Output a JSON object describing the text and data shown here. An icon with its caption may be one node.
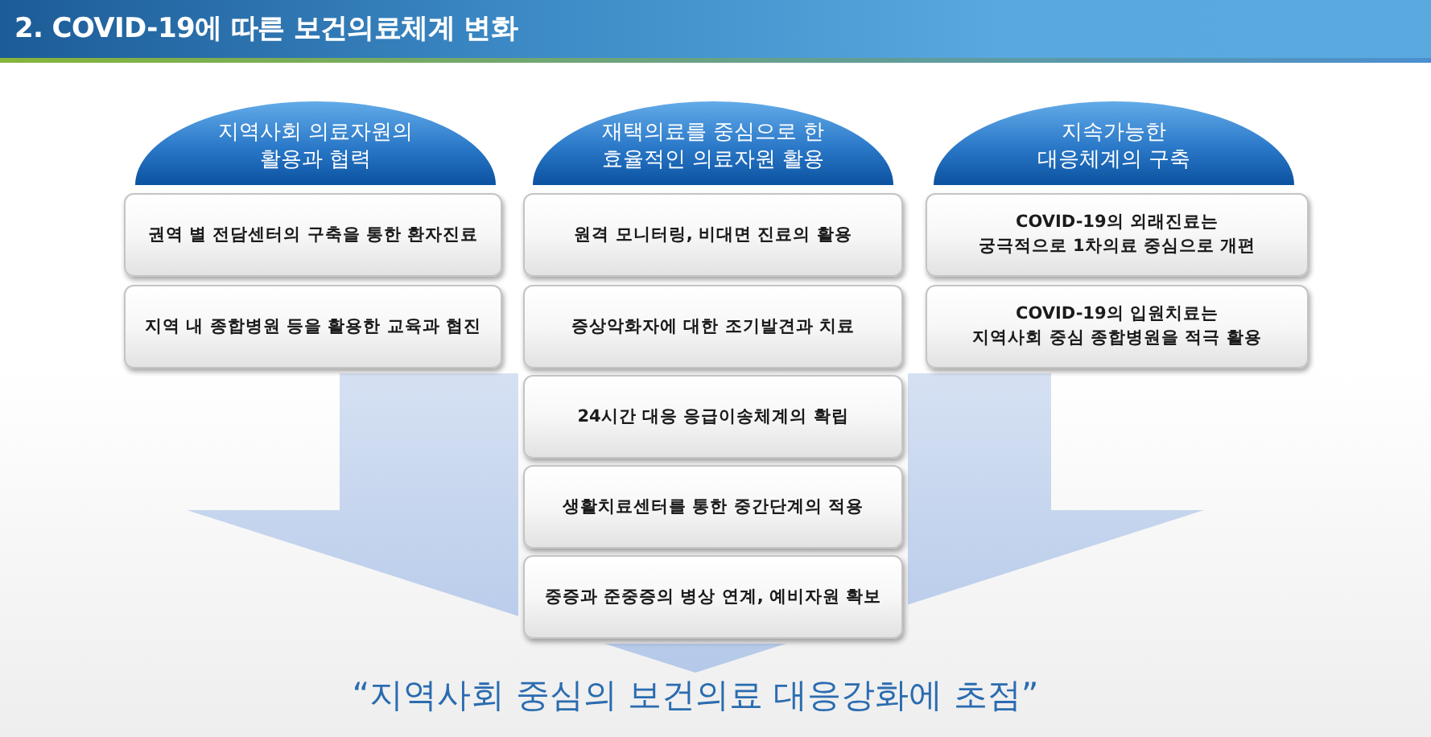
{
  "diagram": {
    "title": "2. COVID-19에 따른 보건의료체계 변화",
    "nodes": [
      {
        "text": [
          "지역사회 의료자원의 활용과 협력"
        ]
      },
      {
        "text": [
          "권역 별 전담센터의 구축을 통한 환자진료"
        ]
      },
      {
        "text": [
          "지역 내 종합병원 등을 활용한 교육과 협진"
        ]
      },
      {
        "text": [
          "재택의료를 중심으로 한 효율적인 의료자원 활용"
        ]
      },
      {
        "text": [
          "원격 모니터링, 비대면 진료의 활용"
        ]
      },
      {
        "text": [
          "증상악화자에 대한 조기발견과 치료"
        ]
      },
      {
        "text": [
          "24시간 대응 응급이송체계의 확립"
        ]
      },
      {
        "text": [
          "생활치료센터를 통한 중간단계의 적용"
        ]
      },
      {
        "text": [
          "중증과 준중증의 병상 연계, 예비자원 확보"
        ]
      },
      {
        "text": [
          "지속가능한 대응체계의 구축"
        ]
      },
      {
        "text": [
          "COVID-19의 외래진료는 궁극적으로 1차의료 중심으로 개편"
        ]
      },
      {
        "text": [
          "COVID-19의 입원치료는 지역사회 중심 종합병원을 적극 활용"
        ]
      },
      {
        "text": [
          "“지역사회 중심의 보건의료 대응강화에 초점”"
        ]
      }
    ],
    "edges": [
      {
        "from": null,
        "to": 12,
        "arrow": "to",
        "style": "thick"
      }
    ]
  }
}
